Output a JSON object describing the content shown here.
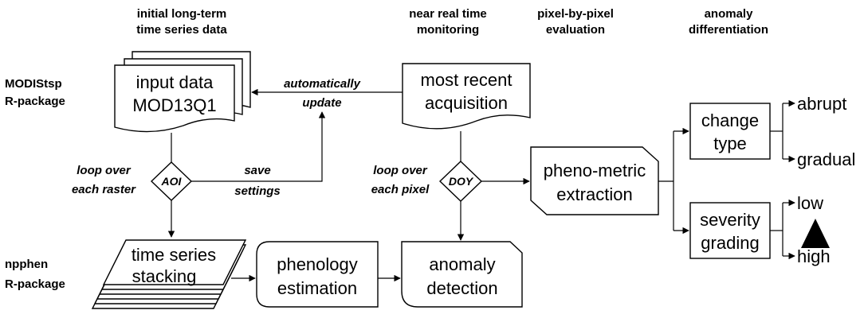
{
  "headers": {
    "col1": [
      "initial long-term",
      "time series data"
    ],
    "col2": [
      "near real time",
      "monitoring"
    ],
    "col3": [
      "pixel-by-pixel",
      "evaluation"
    ],
    "col4": [
      "anomaly",
      "differentiation"
    ]
  },
  "row_labels": {
    "modistsp": [
      "MODIStsp",
      "R-package"
    ],
    "npphen": [
      "npphen",
      "R-package"
    ]
  },
  "nodes": {
    "input_data": [
      "input data",
      "MOD13Q1"
    ],
    "most_recent": [
      "most recent",
      "acquisition"
    ],
    "time_series": [
      "time series",
      "stacking"
    ],
    "phenology": [
      "phenology",
      "estimation"
    ],
    "anomaly": [
      "anomaly",
      "detection"
    ],
    "pheno_metric": [
      "pheno-metric",
      "extraction"
    ],
    "change_type": [
      "change",
      "type"
    ],
    "severity": [
      "severity",
      "grading"
    ],
    "aoi": "AOI",
    "doy": "DOY"
  },
  "edge_labels": {
    "auto_update": [
      "automatically",
      "update"
    ],
    "loop_raster": [
      "loop over",
      "each raster"
    ],
    "save_settings": [
      "save",
      "settings"
    ],
    "loop_pixel": [
      "loop over",
      "each pixel"
    ]
  },
  "outcomes": {
    "abrupt": "abrupt",
    "gradual": "gradual",
    "low": "low",
    "high": "high"
  }
}
